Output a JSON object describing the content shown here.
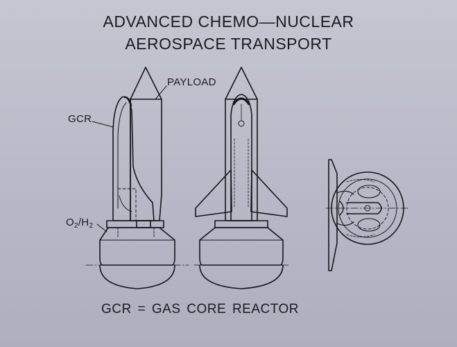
{
  "title": {
    "line1": "ADVANCED CHEMO—NUCLEAR",
    "line2": "AEROSPACE TRANSPORT"
  },
  "labels": {
    "payload": "PAYLOAD",
    "gcr": "GCR",
    "o2h2": {
      "o": "O",
      "sub1": "2",
      "slash": "/H",
      "sub2": "2"
    }
  },
  "footnote": "GCR = GAS CORE REACTOR"
}
